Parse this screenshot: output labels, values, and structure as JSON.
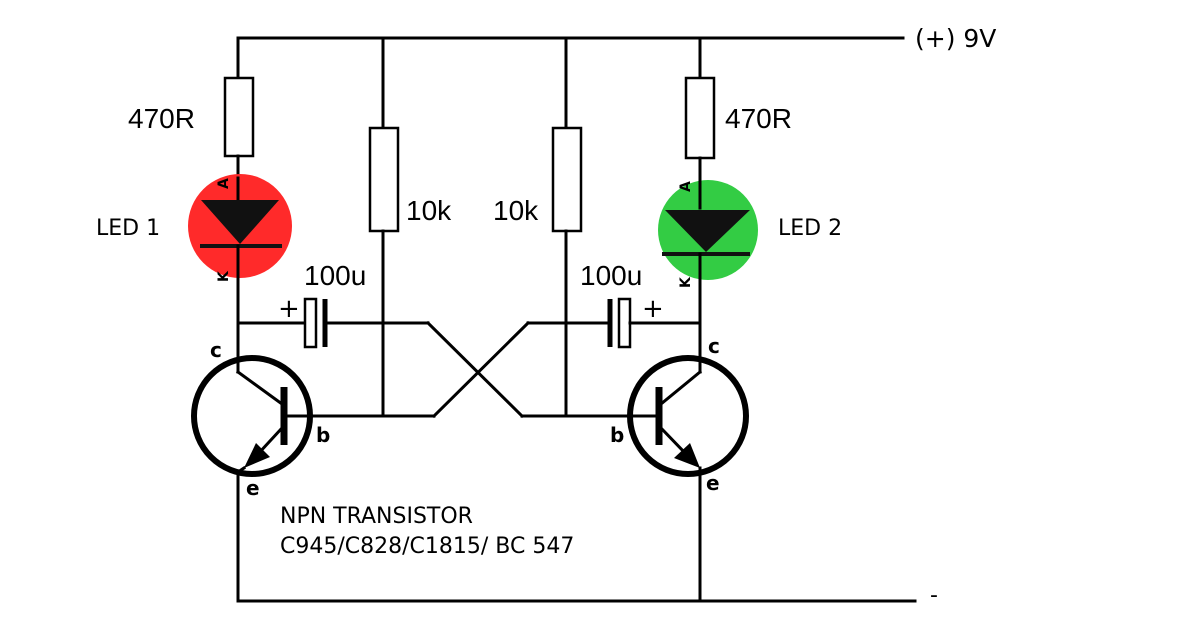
{
  "supply": {
    "positive": "(+) 9V",
    "negative": "-"
  },
  "resistors": {
    "r1": "470R",
    "r2": "10k",
    "r3": "10k",
    "r4": "470R"
  },
  "capacitors": {
    "c1": {
      "value": "100u",
      "polarity": "+"
    },
    "c2": {
      "value": "100u",
      "polarity": "+"
    }
  },
  "leds": {
    "led1": {
      "label": "LED 1",
      "anode": "A",
      "cathode": "K",
      "color": "#ff2a2a"
    },
    "led2": {
      "label": "LED 2",
      "anode": "A",
      "cathode": "K",
      "color": "#33cc44"
    }
  },
  "transistors": {
    "q1": {
      "collector": "c",
      "base": "b",
      "emitter": "e"
    },
    "q2": {
      "collector": "c",
      "base": "b",
      "emitter": "e"
    }
  },
  "note": {
    "line1": "NPN TRANSISTOR",
    "line2": "C945/C828/C1815/ BC 547"
  }
}
